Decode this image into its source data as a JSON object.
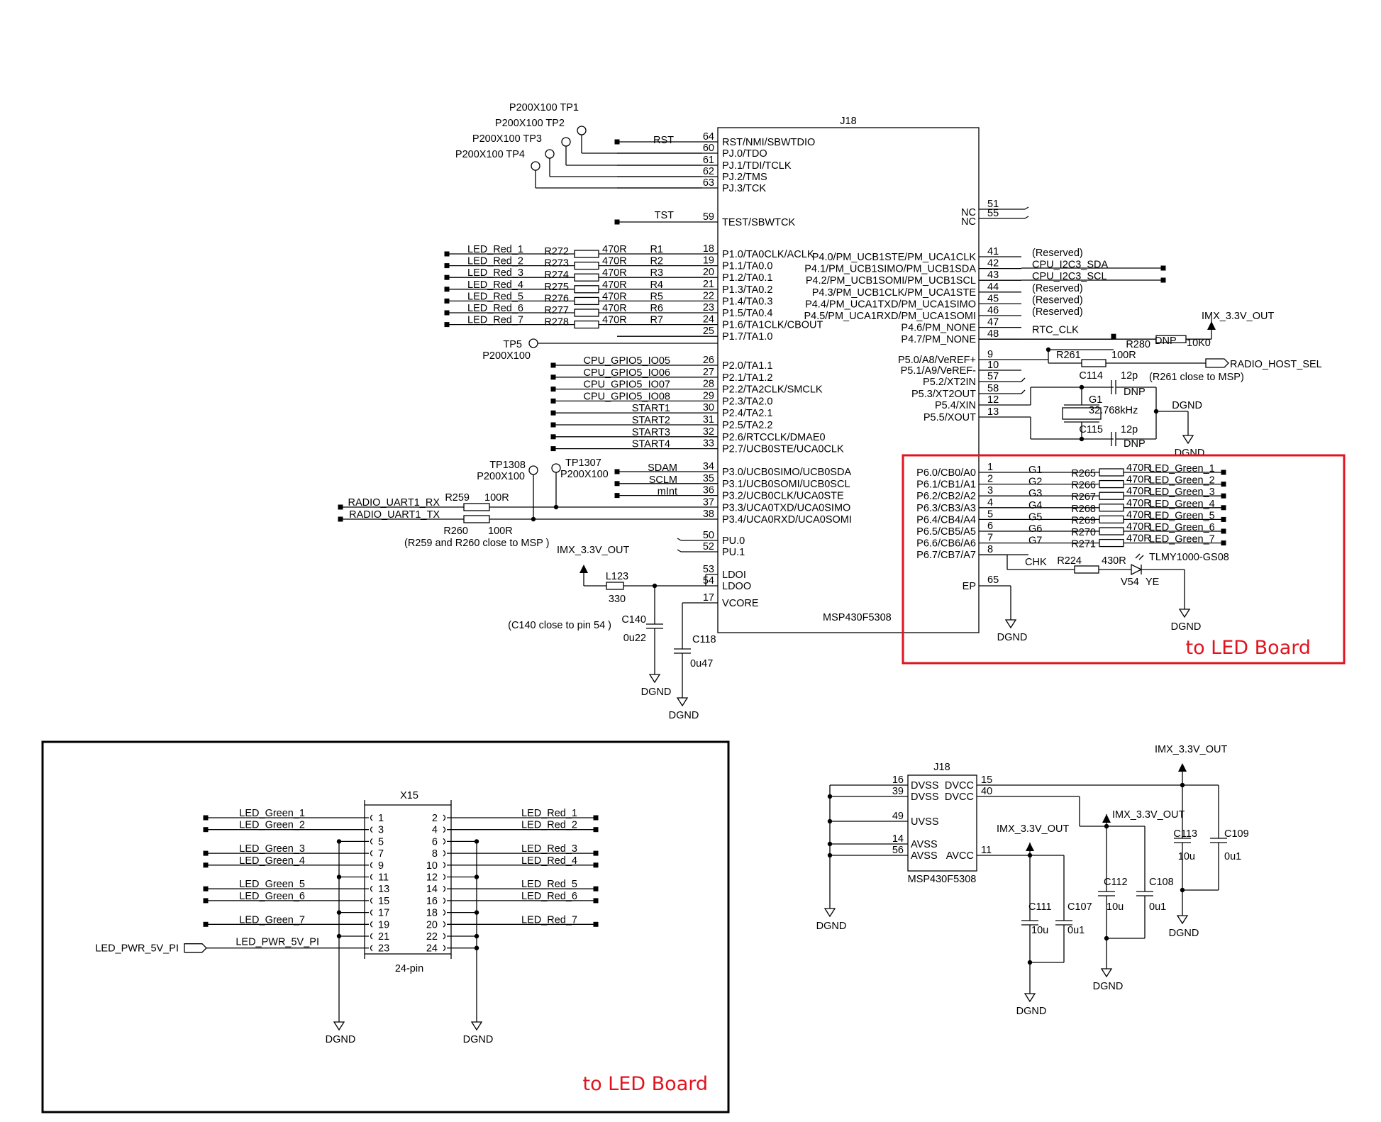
{
  "main_ic": {
    "ref": "J18",
    "part": "MSP430F5308",
    "left_top_pins": [
      {
        "num": "64",
        "name": "RST/NMI/SBWTDIO"
      },
      {
        "num": "60",
        "name": "PJ.0/TDO"
      },
      {
        "num": "61",
        "name": "PJ.1/TDI/TCLK"
      },
      {
        "num": "62",
        "name": "PJ.2/TMS"
      },
      {
        "num": "63",
        "name": "PJ.3/TCK"
      },
      {
        "num": "59",
        "name": "TEST/SBWTCK"
      }
    ],
    "left_p1_pins": [
      {
        "num": "18",
        "name": "P1.0/TA0CLK/ACLK"
      },
      {
        "num": "19",
        "name": "P1.1/TA0.0"
      },
      {
        "num": "20",
        "name": "P1.2/TA0.1"
      },
      {
        "num": "21",
        "name": "P1.3/TA0.2"
      },
      {
        "num": "22",
        "name": "P1.4/TA0.3"
      },
      {
        "num": "23",
        "name": "P1.5/TA0.4"
      },
      {
        "num": "24",
        "name": "P1.6/TA1CLK/CBOUT"
      },
      {
        "num": "25",
        "name": "P1.7/TA1.0"
      }
    ],
    "left_p2_pins": [
      {
        "num": "26",
        "name": "P2.0/TA1.1"
      },
      {
        "num": "27",
        "name": "P2.1/TA1.2"
      },
      {
        "num": "28",
        "name": "P2.2/TA2CLK/SMCLK"
      },
      {
        "num": "29",
        "name": "P2.3/TA2.0"
      },
      {
        "num": "30",
        "name": "P2.4/TA2.1"
      },
      {
        "num": "31",
        "name": "P2.5/TA2.2"
      },
      {
        "num": "32",
        "name": "P2.6/RTCCLK/DMAE0"
      },
      {
        "num": "33",
        "name": "P2.7/UCB0STE/UCA0CLK"
      }
    ],
    "left_p3_pins": [
      {
        "num": "34",
        "name": "P3.0/UCB0SIMO/UCB0SDA"
      },
      {
        "num": "35",
        "name": "P3.1/UCB0SOMI/UCB0SCL"
      },
      {
        "num": "36",
        "name": "P3.2/UCB0CLK/UCA0STE"
      },
      {
        "num": "37",
        "name": "P3.3/UCA0TXD/UCA0SIMO"
      },
      {
        "num": "38",
        "name": "P3.4/UCA0RXD/UCA0SOMI"
      }
    ],
    "left_pu_pins": [
      {
        "num": "50",
        "name": "PU.0"
      },
      {
        "num": "52",
        "name": "PU.1"
      }
    ],
    "left_ldo_pins": [
      {
        "num": "53",
        "name": "LDOI"
      },
      {
        "num": "54",
        "name": "LDOO"
      },
      {
        "num": "17",
        "name": "VCORE"
      }
    ],
    "right_nc_pins": [
      {
        "num": "51",
        "name": "NC"
      },
      {
        "num": "55",
        "name": "NC"
      }
    ],
    "right_p4_pins": [
      {
        "num": "41",
        "name": "P4.0/PM_UCB1STE/PM_UCA1CLK"
      },
      {
        "num": "42",
        "name": "P4.1/PM_UCB1SIMO/PM_UCB1SDA"
      },
      {
        "num": "43",
        "name": "P4.2/PM_UCB1SOMI/PM_UCB1SCL"
      },
      {
        "num": "44",
        "name": "P4.3/PM_UCB1CLK/PM_UCA1STE"
      },
      {
        "num": "45",
        "name": "P4.4/PM_UCA1TXD/PM_UCA1SIMO"
      },
      {
        "num": "46",
        "name": "P4.5/PM_UCA1RXD/PM_UCA1SOMI"
      },
      {
        "num": "47",
        "name": "P4.6/PM_NONE"
      },
      {
        "num": "48",
        "name": "P4.7/PM_NONE"
      }
    ],
    "right_p5_pins": [
      {
        "num": "9",
        "name": "P5.0/A8/VeREF+"
      },
      {
        "num": "10",
        "name": "P5.1/A9/VeREF-"
      },
      {
        "num": "57",
        "name": "P5.2/XT2IN"
      },
      {
        "num": "58",
        "name": "P5.3/XT2OUT"
      },
      {
        "num": "12",
        "name": "P5.4/XIN"
      },
      {
        "num": "13",
        "name": "P5.5/XOUT"
      }
    ],
    "right_p6_pins": [
      {
        "num": "1",
        "name": "P6.0/CB0/A0"
      },
      {
        "num": "2",
        "name": "P6.1/CB1/A1"
      },
      {
        "num": "3",
        "name": "P6.2/CB2/A2"
      },
      {
        "num": "4",
        "name": "P6.3/CB3/A3"
      },
      {
        "num": "5",
        "name": "P6.4/CB4/A4"
      },
      {
        "num": "6",
        "name": "P6.5/CB5/A5"
      },
      {
        "num": "7",
        "name": "P6.6/CB6/A6"
      },
      {
        "num": "8",
        "name": "P6.7/CB7/A7"
      }
    ],
    "right_ep_pin": {
      "num": "65",
      "name": "EP"
    }
  },
  "test_points": [
    {
      "label": "P200X100 TP1"
    },
    {
      "label": "P200X100 TP2"
    },
    {
      "label": "P200X100 TP3"
    },
    {
      "label": "P200X100 TP4"
    }
  ],
  "rst_net": "RST",
  "tst_net": "TST",
  "tp5": {
    "name": "TP5",
    "pkg": "P200X100"
  },
  "red_leds": [
    {
      "net": "LED_Red_1",
      "rref": "R272",
      "rval": "470R",
      "pnet": "R1"
    },
    {
      "net": "LED_Red_2",
      "rref": "R273",
      "rval": "470R",
      "pnet": "R2"
    },
    {
      "net": "LED_Red_3",
      "rref": "R274",
      "rval": "470R",
      "pnet": "R3"
    },
    {
      "net": "LED_Red_4",
      "rref": "R275",
      "rval": "470R",
      "pnet": "R4"
    },
    {
      "net": "LED_Red_5",
      "rref": "R276",
      "rval": "470R",
      "pnet": "R5"
    },
    {
      "net": "LED_Red_6",
      "rref": "R277",
      "rval": "470R",
      "pnet": "R6"
    },
    {
      "net": "LED_Red_7",
      "rref": "R278",
      "rval": "470R",
      "pnet": "R7"
    }
  ],
  "p2_nets": [
    "CPU_GPIO5_IO05",
    "CPU_GPIO5_IO06",
    "CPU_GPIO5_IO07",
    "CPU_GPIO5_IO08",
    "START1",
    "START2",
    "START3",
    "START4"
  ],
  "p3_nets": [
    "SDAM",
    "SCLM",
    "mInt"
  ],
  "tp1308": {
    "name": "TP1308",
    "pkg": "P200X100"
  },
  "tp1307": {
    "name": "TP1307",
    "pkg": "P200X100"
  },
  "uart": {
    "rx_net": "RADIO_UART1_RX",
    "tx_net": "RADIO_UART1_TX",
    "r259": "R259",
    "r259_val": "100R",
    "r260": "R260",
    "r260_val": "100R",
    "note": "(R259 and R260 close to MSP )"
  },
  "power_net": "IMX_3.3V_OUT",
  "ground_net": "DGND",
  "ldo": {
    "l123": "L123",
    "l123_val": "330",
    "c140": "C140",
    "c140_val": "0u22",
    "c140_note": "(C140 close to pin 54 )",
    "c118": "C118",
    "c118_val": "0u47"
  },
  "p4_nets": [
    "(Reserved)",
    "CPU_I2C3_SDA",
    "CPU_I2C3_SCL",
    "(Reserved)",
    "(Reserved)",
    "(Reserved)",
    "RTC_CLK"
  ],
  "r280": {
    "ref": "R280",
    "dnp": "DNP",
    "val": "10K0"
  },
  "r261": {
    "ref": "R261",
    "val": "100R",
    "net": "RADIO_HOST_SEL",
    "note": "(R261 close to MSP)"
  },
  "crystal": {
    "ref": "G1",
    "freq": "32.768kHz",
    "c114": "C114",
    "c114_val": "12p",
    "c114_dnp": "DNP",
    "c115": "C115",
    "c115_val": "12p",
    "c115_dnp": "DNP"
  },
  "green_leds": [
    {
      "pnet": "G1",
      "rref": "R265",
      "rval": "470R",
      "net": "LED_Green_1"
    },
    {
      "pnet": "G2",
      "rref": "R266",
      "rval": "470R",
      "net": "LED_Green_2"
    },
    {
      "pnet": "G3",
      "rref": "R267",
      "rval": "470R",
      "net": "LED_Green_3"
    },
    {
      "pnet": "G4",
      "rref": "R268",
      "rval": "470R",
      "net": "LED_Green_4"
    },
    {
      "pnet": "G5",
      "rref": "R269",
      "rval": "470R",
      "net": "LED_Green_5"
    },
    {
      "pnet": "G6",
      "rref": "R270",
      "rval": "470R",
      "net": "LED_Green_6"
    },
    {
      "pnet": "G7",
      "rref": "R271",
      "rval": "470R",
      "net": "LED_Green_7"
    }
  ],
  "status_led": {
    "net": "CHK",
    "rref": "R224",
    "rval": "430R",
    "part": "TLMY1000-GS08",
    "ref": "V54",
    "color": "YE"
  },
  "callout_label": "to LED Board",
  "callout_color": "#e0141e",
  "connector": {
    "ref": "X15",
    "desc": "24-pin",
    "rows": [
      {
        "left_net": "LED_Green_1",
        "lpin": "1",
        "rpin": "2",
        "right_net": "LED_Red_1"
      },
      {
        "left_net": "LED_Green_2",
        "lpin": "3",
        "rpin": "4",
        "right_net": "LED_Red_2"
      },
      {
        "left_net": "",
        "lpin": "5",
        "rpin": "6",
        "right_net": ""
      },
      {
        "left_net": "LED_Green_3",
        "lpin": "7",
        "rpin": "8",
        "right_net": "LED_Red_3"
      },
      {
        "left_net": "LED_Green_4",
        "lpin": "9",
        "rpin": "10",
        "right_net": "LED_Red_4"
      },
      {
        "left_net": "",
        "lpin": "11",
        "rpin": "12",
        "right_net": ""
      },
      {
        "left_net": "LED_Green_5",
        "lpin": "13",
        "rpin": "14",
        "right_net": "LED_Red_5"
      },
      {
        "left_net": "LED_Green_6",
        "lpin": "15",
        "rpin": "16",
        "right_net": "LED_Red_6"
      },
      {
        "left_net": "",
        "lpin": "17",
        "rpin": "18",
        "right_net": ""
      },
      {
        "left_net": "LED_Green_7",
        "lpin": "19",
        "rpin": "20",
        "right_net": "LED_Red_7"
      },
      {
        "left_net": "",
        "lpin": "21",
        "rpin": "22",
        "right_net": ""
      },
      {
        "left_net": "LED_PWR_5V_PI",
        "lpin": "23",
        "rpin": "24",
        "right_net": ""
      }
    ],
    "pwr_port": "LED_PWR_5V_PI"
  },
  "power_section": {
    "ref": "J18",
    "part": "MSP430F5308",
    "left_pins": [
      {
        "num": "16",
        "name": "DVSS"
      },
      {
        "num": "39",
        "name": "DVSS"
      },
      {
        "num": "49",
        "name": "UVSS"
      },
      {
        "num": "14",
        "name": "AVSS"
      },
      {
        "num": "56",
        "name": "AVSS"
      }
    ],
    "right_pins": [
      {
        "num": "15",
        "name": "DVCC"
      },
      {
        "num": "40",
        "name": "DVCC"
      },
      {
        "num": "11",
        "name": "AVCC"
      }
    ],
    "caps": [
      {
        "ref": "C111",
        "val": "10u"
      },
      {
        "ref": "C107",
        "val": "0u1"
      },
      {
        "ref": "C112",
        "val": "10u"
      },
      {
        "ref": "C108",
        "val": "0u1"
      },
      {
        "ref": "C113",
        "val": "10u"
      },
      {
        "ref": "C109",
        "val": "0u1"
      }
    ]
  }
}
